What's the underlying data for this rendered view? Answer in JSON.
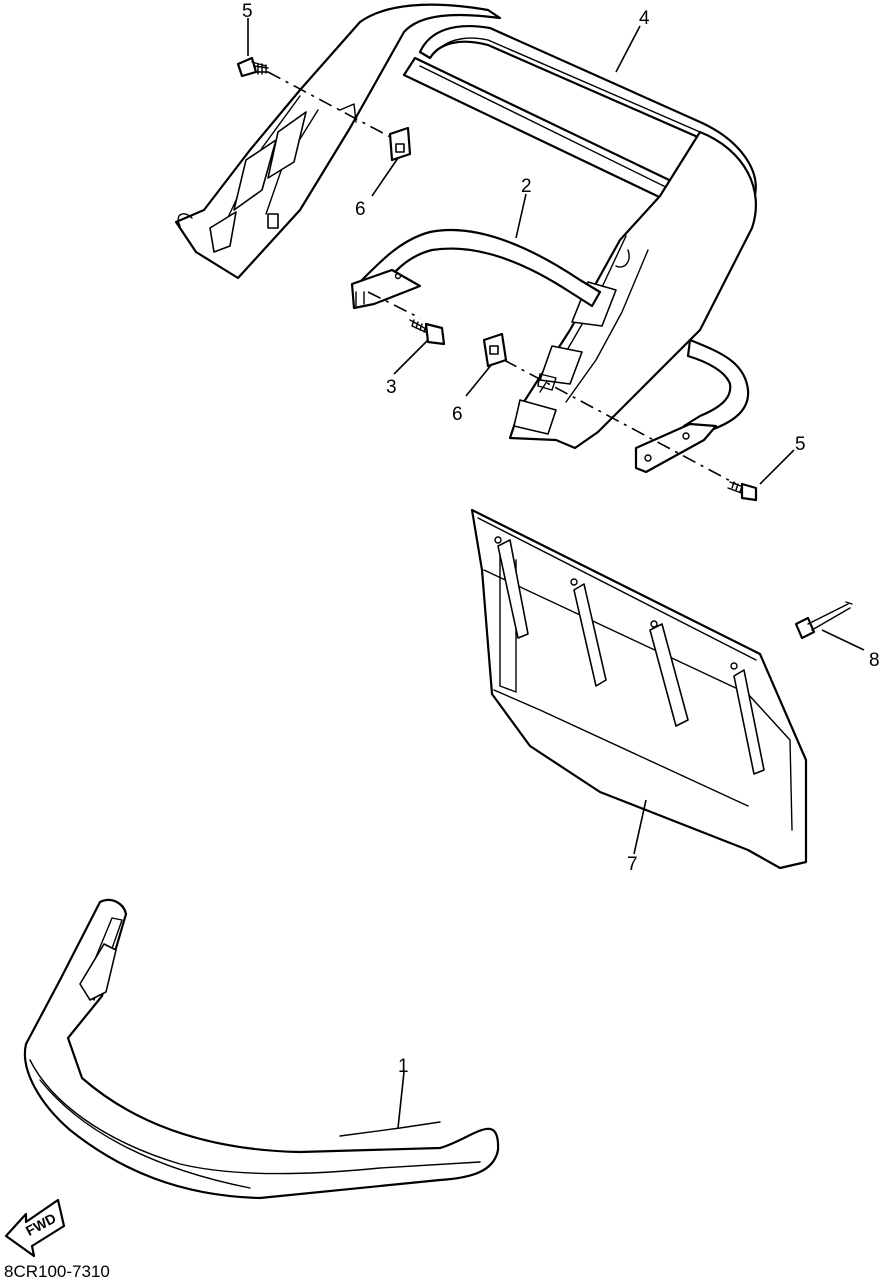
{
  "diagram": {
    "drawing_code": "8CR100-7310",
    "direction_arrow_label": "FWD",
    "callouts": [
      {
        "id": "c1",
        "label": "1"
      },
      {
        "id": "c2",
        "label": "2"
      },
      {
        "id": "c3",
        "label": "3"
      },
      {
        "id": "c4",
        "label": "4"
      },
      {
        "id": "c5a",
        "label": "5"
      },
      {
        "id": "c5b",
        "label": "5"
      },
      {
        "id": "c6a",
        "label": "6"
      },
      {
        "id": "c6b",
        "label": "6"
      },
      {
        "id": "c7",
        "label": "7"
      },
      {
        "id": "c8",
        "label": "8"
      }
    ]
  }
}
